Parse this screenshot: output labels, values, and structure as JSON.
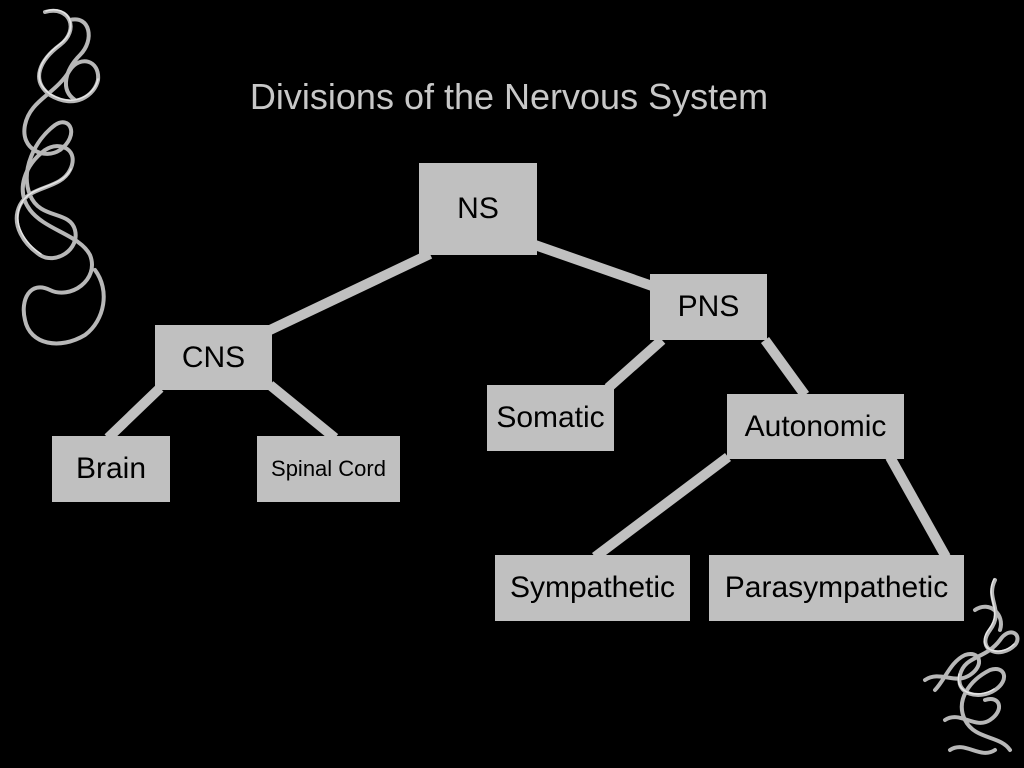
{
  "slide": {
    "title": "Divisions of the Nervous System"
  },
  "diagram": {
    "nodes": {
      "ns": "NS",
      "pns": "PNS",
      "cns": "CNS",
      "somatic": "Somatic",
      "autonomic": "Autonomic",
      "brain": "Brain",
      "spinal_cord": "Spinal Cord",
      "sympathetic": "Sympathetic",
      "parasympathetic": "Parasympathetic"
    },
    "colors": {
      "background": "#000000",
      "node_fill": "#c0c0c0",
      "connector": "#c0c0c0",
      "title_text": "#c8c8c8"
    }
  }
}
